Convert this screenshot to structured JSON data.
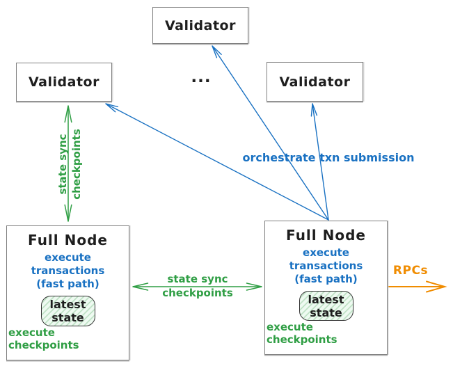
{
  "validators": [
    {
      "label": "Validator"
    },
    {
      "label": "Validator"
    },
    {
      "label": "Validator"
    }
  ],
  "ellipsis": "...",
  "full_node": {
    "title": "Full Node",
    "execute_transactions": "execute transactions",
    "fast_path": "(fast path)",
    "latest": "latest",
    "state": "state",
    "execute_checkpoints": "execute checkpoints"
  },
  "edge_labels": {
    "orchestrate": "orchestrate txn submission",
    "state_sync_line1": "state sync",
    "state_sync_line2": "checkpoints",
    "rpcs": "RPCs"
  },
  "colors": {
    "blue": "#1971c2",
    "green": "#2f9e44",
    "orange": "#f08c00",
    "box_border": "#7f7f7f",
    "text": "#1e1e1e",
    "state_fill": "#eefaf1"
  }
}
